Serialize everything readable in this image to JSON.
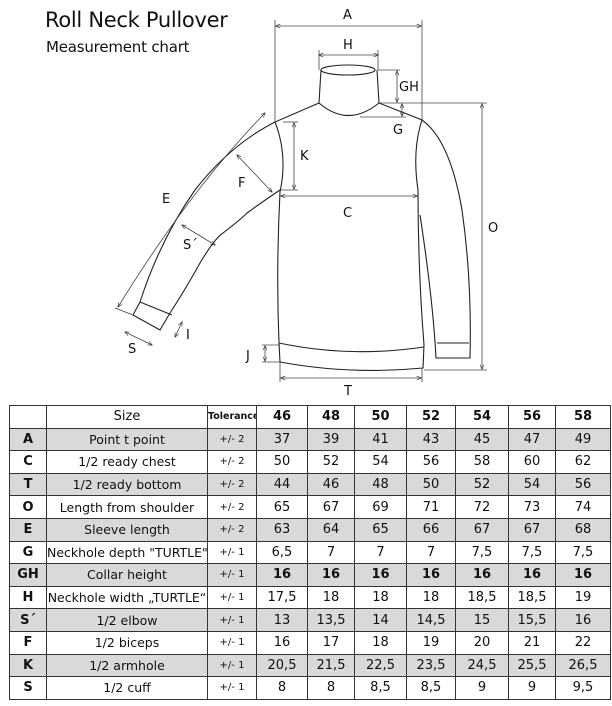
{
  "title": "Roll Neck Pullover",
  "subtitle": "Measurement chart",
  "diagram_labels": {
    "A": "A",
    "H": "H",
    "GH": "GH",
    "G": "G",
    "K": "K",
    "F": "F",
    "C": "C",
    "E": "E",
    "S_prime": "S´",
    "O": "O",
    "I": "I",
    "S": "S",
    "J": "J",
    "T": "T"
  },
  "table": {
    "header": {
      "size": "Size",
      "tolerance": "Tolerance",
      "sizes": [
        "46",
        "48",
        "50",
        "52",
        "54",
        "56",
        "58"
      ]
    },
    "rows": [
      {
        "code": "A",
        "desc": "Point t point",
        "tol": "+/- 2",
        "values": [
          "37",
          "39",
          "41",
          "43",
          "45",
          "47",
          "49"
        ]
      },
      {
        "code": "C",
        "desc": "1/2 ready chest",
        "tol": "+/- 2",
        "values": [
          "50",
          "52",
          "54",
          "56",
          "58",
          "60",
          "62"
        ]
      },
      {
        "code": "T",
        "desc": "1/2 ready bottom",
        "tol": "+/- 2",
        "values": [
          "44",
          "46",
          "48",
          "50",
          "52",
          "54",
          "56"
        ]
      },
      {
        "code": "O",
        "desc": "Length from shoulder",
        "tol": "+/- 2",
        "values": [
          "65",
          "67",
          "69",
          "71",
          "72",
          "73",
          "74"
        ]
      },
      {
        "code": "E",
        "desc": "Sleeve length",
        "tol": "+/- 2",
        "values": [
          "63",
          "64",
          "65",
          "66",
          "67",
          "67",
          "68"
        ]
      },
      {
        "code": "G",
        "desc": "Neckhole depth \"TURTLE\"",
        "tol": "+/- 1",
        "values": [
          "6,5",
          "7",
          "7",
          "7",
          "7,5",
          "7,5",
          "7,5"
        ]
      },
      {
        "code": "GH",
        "desc": "Collar height",
        "tol": "+/- 1",
        "values": [
          "16",
          "16",
          "16",
          "16",
          "16",
          "16",
          "16"
        ]
      },
      {
        "code": "H",
        "desc": "Neckhole width „TURTLE“",
        "tol": "+/- 1",
        "values": [
          "17,5",
          "18",
          "18",
          "18",
          "18,5",
          "18,5",
          "19"
        ]
      },
      {
        "code": "S´",
        "desc": "1/2 elbow",
        "tol": "+/- 1",
        "values": [
          "13",
          "13,5",
          "14",
          "14,5",
          "15",
          "15,5",
          "16"
        ]
      },
      {
        "code": "F",
        "desc": "1/2 biceps",
        "tol": "+/- 1",
        "values": [
          "16",
          "17",
          "18",
          "19",
          "20",
          "21",
          "22"
        ]
      },
      {
        "code": "K",
        "desc": "1/2 armhole",
        "tol": "+/- 1",
        "values": [
          "20,5",
          "21,5",
          "22,5",
          "23,5",
          "24,5",
          "25,5",
          "26,5"
        ]
      },
      {
        "code": "S",
        "desc": "1/2 cuff",
        "tol": "+/- 1",
        "values": [
          "8",
          "8",
          "8,5",
          "8,5",
          "9",
          "9",
          "9,5"
        ]
      }
    ]
  }
}
